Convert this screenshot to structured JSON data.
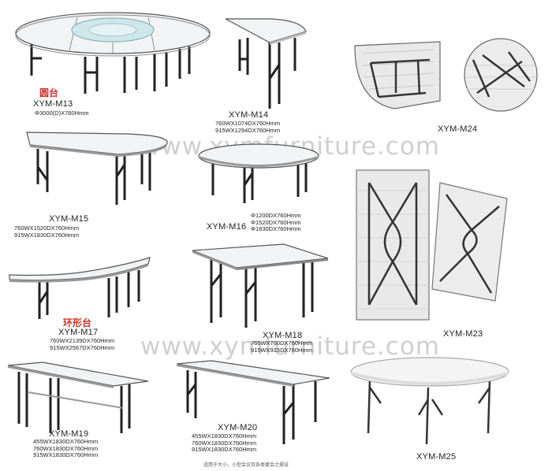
{
  "watermarks": [
    "www.xymfurniture.com",
    "www.xymfurniture.com"
  ],
  "products": {
    "m13": {
      "cn_label": "圆台",
      "model": "XYM-M13",
      "dims": [
        "Φ3000(D)X760Hmm"
      ]
    },
    "m14": {
      "model": "XYM-M14",
      "dims": [
        "760WX1074DX760Hmm",
        "915WX1294DX760Hmm"
      ]
    },
    "m24": {
      "model": "XYM-M24"
    },
    "m15": {
      "model": "XYM-M15",
      "dims": [
        "760WX1520DX760Hmm",
        "915WX1830DX760Hmm"
      ]
    },
    "m16": {
      "model": "XYM-M16",
      "dims": [
        "Φ1200DX760Hmm",
        "Φ1520DX760Hmm",
        "Φ1830DX760Hmm"
      ]
    },
    "m17": {
      "cn_label": "环形台",
      "model": "XYM-M17",
      "dims": [
        "760WX2139DX760Hmm",
        "915WX2567DX760Hmm"
      ]
    },
    "m18": {
      "model": "XYM-M18",
      "dims": [
        "760WX760DX760Hmm",
        "915WX915DX760Hmm"
      ]
    },
    "m23": {
      "model": "XYM-M23"
    },
    "m19": {
      "model": "XYM-M19",
      "dims": [
        "455WX1830DX760Hmm",
        "760WX1830DX760Hmm",
        "915WX1830DX760Hmm"
      ]
    },
    "m20": {
      "model": "XYM-M20",
      "dims": [
        "455WX1830DX760Hmm",
        "760WX1830DX760Hmm",
        "915WX1830DX760Hmm"
      ],
      "note": "适用于大小，小型会议及各类宴会之摆设"
    },
    "m25": {
      "model": "XYM-M25"
    }
  }
}
